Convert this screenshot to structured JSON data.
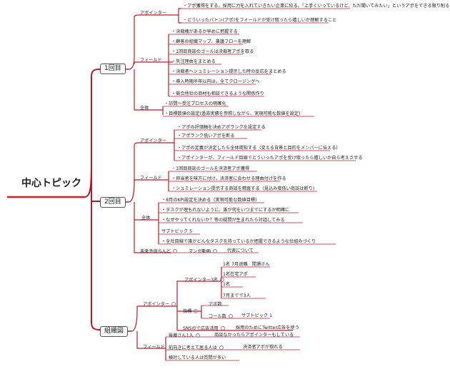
{
  "central": "中心トピック",
  "n1": {
    "label": "1回目",
    "appointer": {
      "label": "アポインター",
      "items": [
        "・アポ獲得をする。採用に力を入れていきたい企業に絞る。「上手くいっているけど、ただ聞いてみたい」というアポをできる限り削る",
        "・どういったバトン(アポ)をフィールドが受け取ったら嬉しいか理解すること"
      ]
    },
    "field": {
      "label": "フィールド",
      "items": [
        "・決裁権があるか早めに把握する",
        "・顧客の組織マップ、稟議フローを理解",
        "・1回目商談のゴールは決裁者アポを取る",
        "・失注理由をまとめる",
        "・決裁者へシュミレーション提示した時の反応をまとめる",
        "・導入時期半年以内は、全てクロージングへ",
        "・競合他社の商材も相談できるような関係作り"
      ]
    },
    "all": {
      "label": "全体",
      "items": [
        "・訪問～受注プロセスの明確化",
        "・目標数値の設定(過去実績を参照しながら、実現可能な数値を設定)"
      ]
    }
  },
  "n2": {
    "label": "2回目",
    "appointer": {
      "label": "アポインター",
      "items": [
        "・アポの評価軸を決めアポランクを設定する",
        "・アポランク低いアポを断る",
        "・アポの定義が決定したら全体周知する（変える背景と目的をメンバーに伝える)",
        "・アポインターが、フィールド目線でどういったアポを受け取ったら嬉しいか自ら考えさせる"
      ]
    },
    "field": {
      "label": "フィールド",
      "items": [
        "・1回目商談のゴールを決済者アポ獲得",
        "・担当者を味方に付け、決済者に会わせる理由付けを作る",
        "・シュミレーション提示する商談を精査する（見込み度低い商談は断り)"
      ]
    },
    "all": {
      "label": "全体",
      "items": [
        "・8月のKPI設定を決める（実現可能な数値目標)",
        "・タスクが埋もれないように、誰が何をいつまでにするか明確に",
        "・なぜやってくれないか？等の疑問が生まれたら対話してみる",
        "サブトピック 5",
        "・全社目線で誰がどんなタスクを持っているか把握できるような仕組みづくり"
      ]
    },
    "future": {
      "label": "未来予供らんど",
      "items": [
        "マンガ動画",
        "代表について"
      ]
    }
  },
  "n3": {
    "label": "組織図",
    "appointer": {
      "label": "アポインター",
      "group1": {
        "label": "アポインター3名",
        "items": [
          "1名 7月退職　間瀬さん",
          "1名在宅アポ",
          "1名",
          "7月までで3人"
        ]
      },
      "guide": {
        "label": "指標",
        "items": [
          "アポ数",
          "コール数",
          "サブトピック 1"
        ]
      },
      "sns": [
        "SNSので広告活用",
        "採用のためにTwitter広告を使う"
      ]
    },
    "field": {
      "label": "フィールド",
      "items": [
        [
          "後藤さん1人",
          "商談なかったらアポインターもしている"
        ],
        [
          "前向きに考えて居る人は",
          "決済者アポが取れる"
        ],
        [
          "検討している人は質問が多い"
        ]
      ]
    }
  }
}
